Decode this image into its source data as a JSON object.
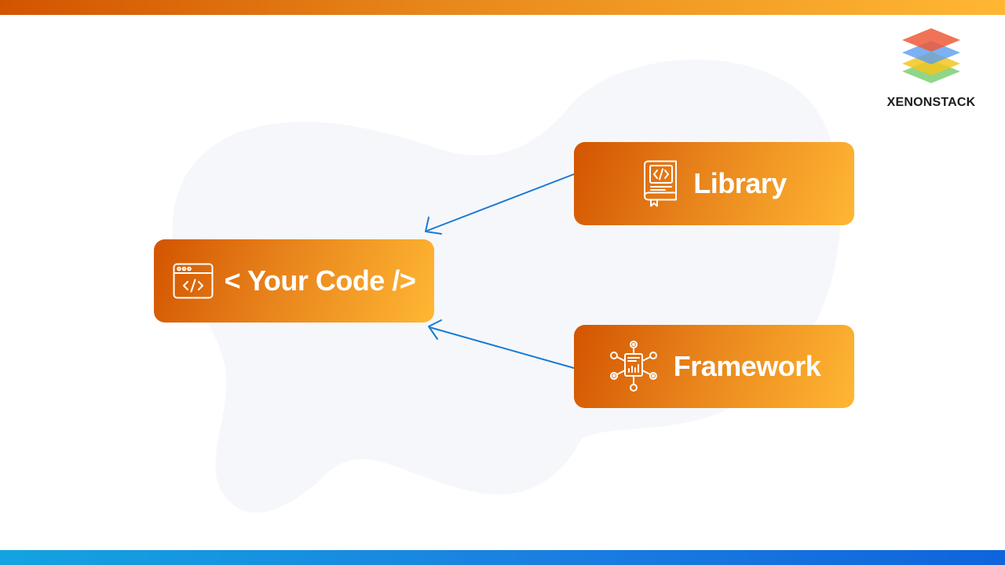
{
  "brand": {
    "name": "XENONSTACK",
    "logo_icon": "layered-stack-icon"
  },
  "nodes": {
    "code": {
      "label": "< Your Code />",
      "icon": "browser-code-window-icon"
    },
    "library": {
      "label": "Library",
      "icon": "code-book-icon"
    },
    "framework": {
      "label": "Framework",
      "icon": "circuit-chip-icon"
    }
  },
  "edges": [
    {
      "from": "library",
      "to": "code"
    },
    {
      "from": "framework",
      "to": "code"
    }
  ],
  "colors": {
    "card_gradient_start": "#d35400",
    "card_gradient_end": "#ffb733",
    "arrow": "#1a7ad4",
    "top_bar": "#e8891b",
    "bottom_bar": "#1a7fe0",
    "background_blob": "#f5f7fb"
  }
}
